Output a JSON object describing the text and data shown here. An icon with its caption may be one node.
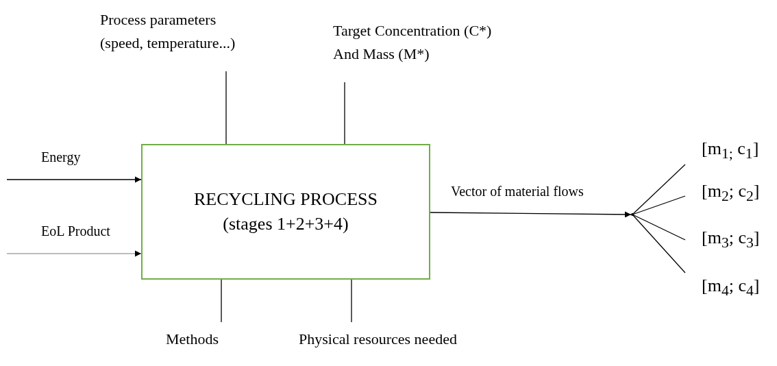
{
  "diagram": {
    "nodes": [
      {
        "text": [
          "Process parameters (speed, temperature...)"
        ]
      },
      {
        "text": [
          "Target Concentration (C*) And Mass (M*)"
        ]
      },
      {
        "text": [
          "RECYCLING PROCESS (stages 1+2+3+4)"
        ]
      },
      {
        "text": [
          "Methods"
        ]
      },
      {
        "text": [
          "Physical resources needed"
        ]
      },
      {
        "text": [],
        "shape": "point"
      },
      {
        "text": [
          "[m$_{1;}$ c$_{1}$]"
        ]
      },
      {
        "text": [
          "[m$_{2}$; c$_{2}$]"
        ]
      },
      {
        "text": [
          "[m$_{3}$; c$_{3}$]"
        ]
      },
      {
        "text": [
          "[m$_{4}$; c$_{4}$]"
        ]
      }
    ],
    "edges": [
      {
        "from": 0,
        "to": 2,
        "arrow": "none"
      },
      {
        "from": 1,
        "to": 2,
        "arrow": "none"
      },
      {
        "from": null,
        "to": 2,
        "arrow": "to",
        "label": "Energy"
      },
      {
        "from": null,
        "to": 2,
        "arrow": "to",
        "label": "EoL Product",
        "color": "#a6a6a6"
      },
      {
        "from": 2,
        "to": 3,
        "arrow": "none"
      },
      {
        "from": 2,
        "to": 4,
        "arrow": "none"
      },
      {
        "from": 2,
        "to": 5,
        "arrow": "to",
        "label": "Vector of material flows"
      },
      {
        "from": 5,
        "to": 6,
        "arrow": "none"
      },
      {
        "from": 5,
        "to": 7,
        "arrow": "none"
      },
      {
        "from": 5,
        "to": 8,
        "arrow": "none"
      },
      {
        "from": 5,
        "to": 9,
        "arrow": "none"
      }
    ]
  }
}
